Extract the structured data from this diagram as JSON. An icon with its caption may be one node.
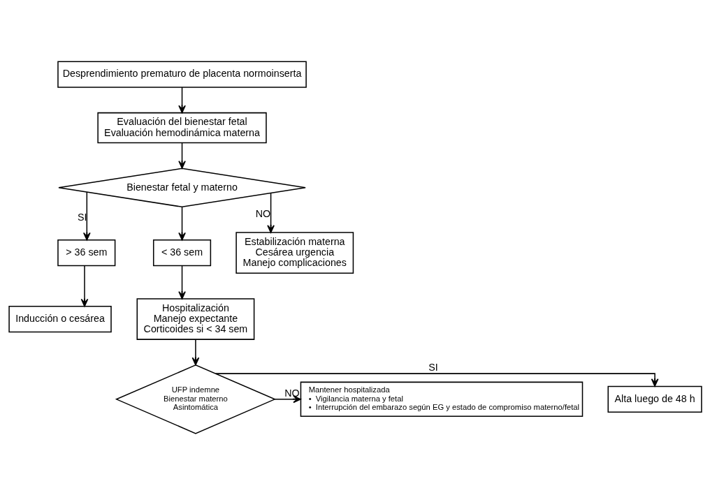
{
  "diagram": {
    "nodes": [
      {
        "text": [
          "Desprendimiento prematuro de placenta normoinserta"
        ]
      },
      {
        "text": [
          "Evaluación del bienestar fetal",
          "Evaluación hemodinámica materna"
        ]
      },
      {
        "text": [
          "Bienestar fetal y materno"
        ]
      },
      {
        "text": [
          "> 36 sem"
        ]
      },
      {
        "text": [
          "< 36 sem"
        ]
      },
      {
        "text": [
          "Estabilización materna",
          "Cesárea urgencia",
          "Manejo complicaciones"
        ]
      },
      {
        "text": [
          "Inducción o cesárea"
        ]
      },
      {
        "text": [
          "Hospitalización",
          "Manejo expectante",
          "Corticoides si < 34 sem"
        ]
      },
      {
        "text": [
          "UFP indemne",
          "Bienestar materno",
          "Asintomática"
        ]
      },
      {
        "text": [
          "Alta luego de 48 h"
        ]
      },
      {
        "text": [
          "Mantener hospitalizada",
          "•  Vigilancia materna y fetal",
          "•  Interrupción del embarazo según EG y estado de compromiso materno/fetal"
        ]
      }
    ],
    "edges": [
      {
        "from": 0,
        "to": 1,
        "arrow": "to"
      },
      {
        "from": 1,
        "to": 2,
        "arrow": "to"
      },
      {
        "from": 2,
        "to": 3,
        "arrow": "to",
        "label": "SI"
      },
      {
        "from": 2,
        "to": 4,
        "arrow": "to"
      },
      {
        "from": 2,
        "to": 5,
        "arrow": "to",
        "label": "NO"
      },
      {
        "from": 3,
        "to": 6,
        "arrow": "to"
      },
      {
        "from": 4,
        "to": 7,
        "arrow": "to"
      },
      {
        "from": 7,
        "to": 8,
        "arrow": "to"
      },
      {
        "from": 8,
        "to": 9,
        "arrow": "to",
        "label": "SI"
      },
      {
        "from": 8,
        "to": 10,
        "arrow": "to",
        "label": "NO"
      }
    ]
  }
}
